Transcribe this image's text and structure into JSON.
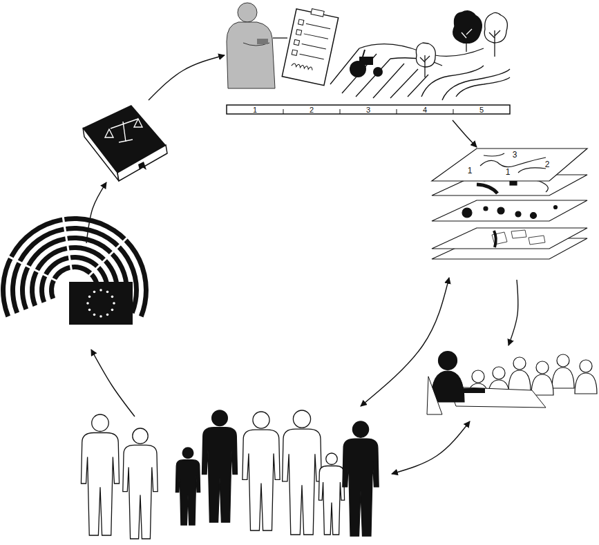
{
  "diagram": {
    "labels": [
      "1",
      "2",
      "3",
      "4",
      "5",
      "3",
      "1",
      "1",
      "2"
    ]
  }
}
